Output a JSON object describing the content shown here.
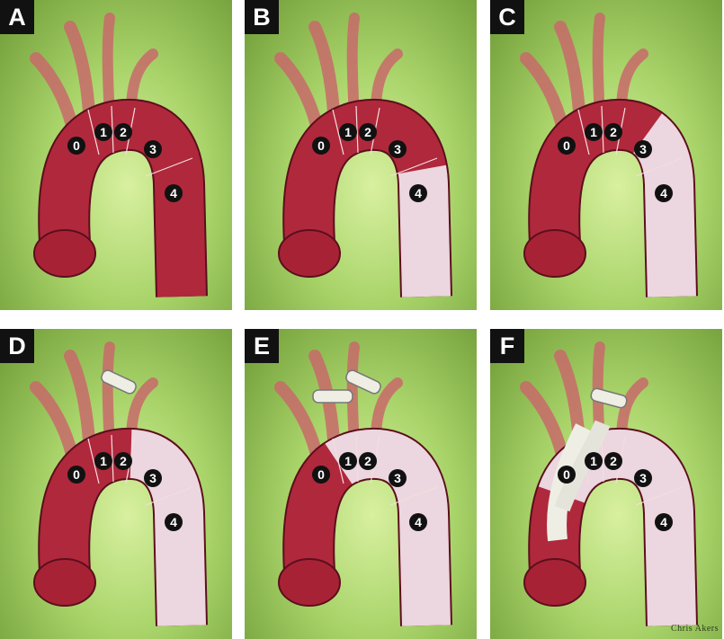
{
  "colors": {
    "aorta": "#b0283c",
    "stent": "#ecd6df",
    "label_bg": "#111111",
    "background": "#a9d46a"
  },
  "panels": [
    {
      "label": "A",
      "zones": [
        "0",
        "1",
        "2",
        "3",
        "4"
      ],
      "stent_start": 1.0,
      "grafts": "none"
    },
    {
      "label": "B",
      "zones": [
        "0",
        "1",
        "2",
        "3",
        "4"
      ],
      "stent_start": 0.64,
      "grafts": "none"
    },
    {
      "label": "C",
      "zones": [
        "0",
        "1",
        "2",
        "3",
        "4"
      ],
      "stent_start": 0.52,
      "grafts": "none"
    },
    {
      "label": "D",
      "zones": [
        "0",
        "1",
        "2",
        "3",
        "4"
      ],
      "stent_start": 0.44,
      "grafts": "single"
    },
    {
      "label": "E",
      "zones": [
        "0",
        "1",
        "2",
        "3",
        "4"
      ],
      "stent_start": 0.33,
      "grafts": "double"
    },
    {
      "label": "F",
      "zones": [
        "0",
        "1",
        "2",
        "3",
        "4"
      ],
      "stent_start": 0.22,
      "grafts": "aortic"
    }
  ],
  "signature": "Chris Akers"
}
